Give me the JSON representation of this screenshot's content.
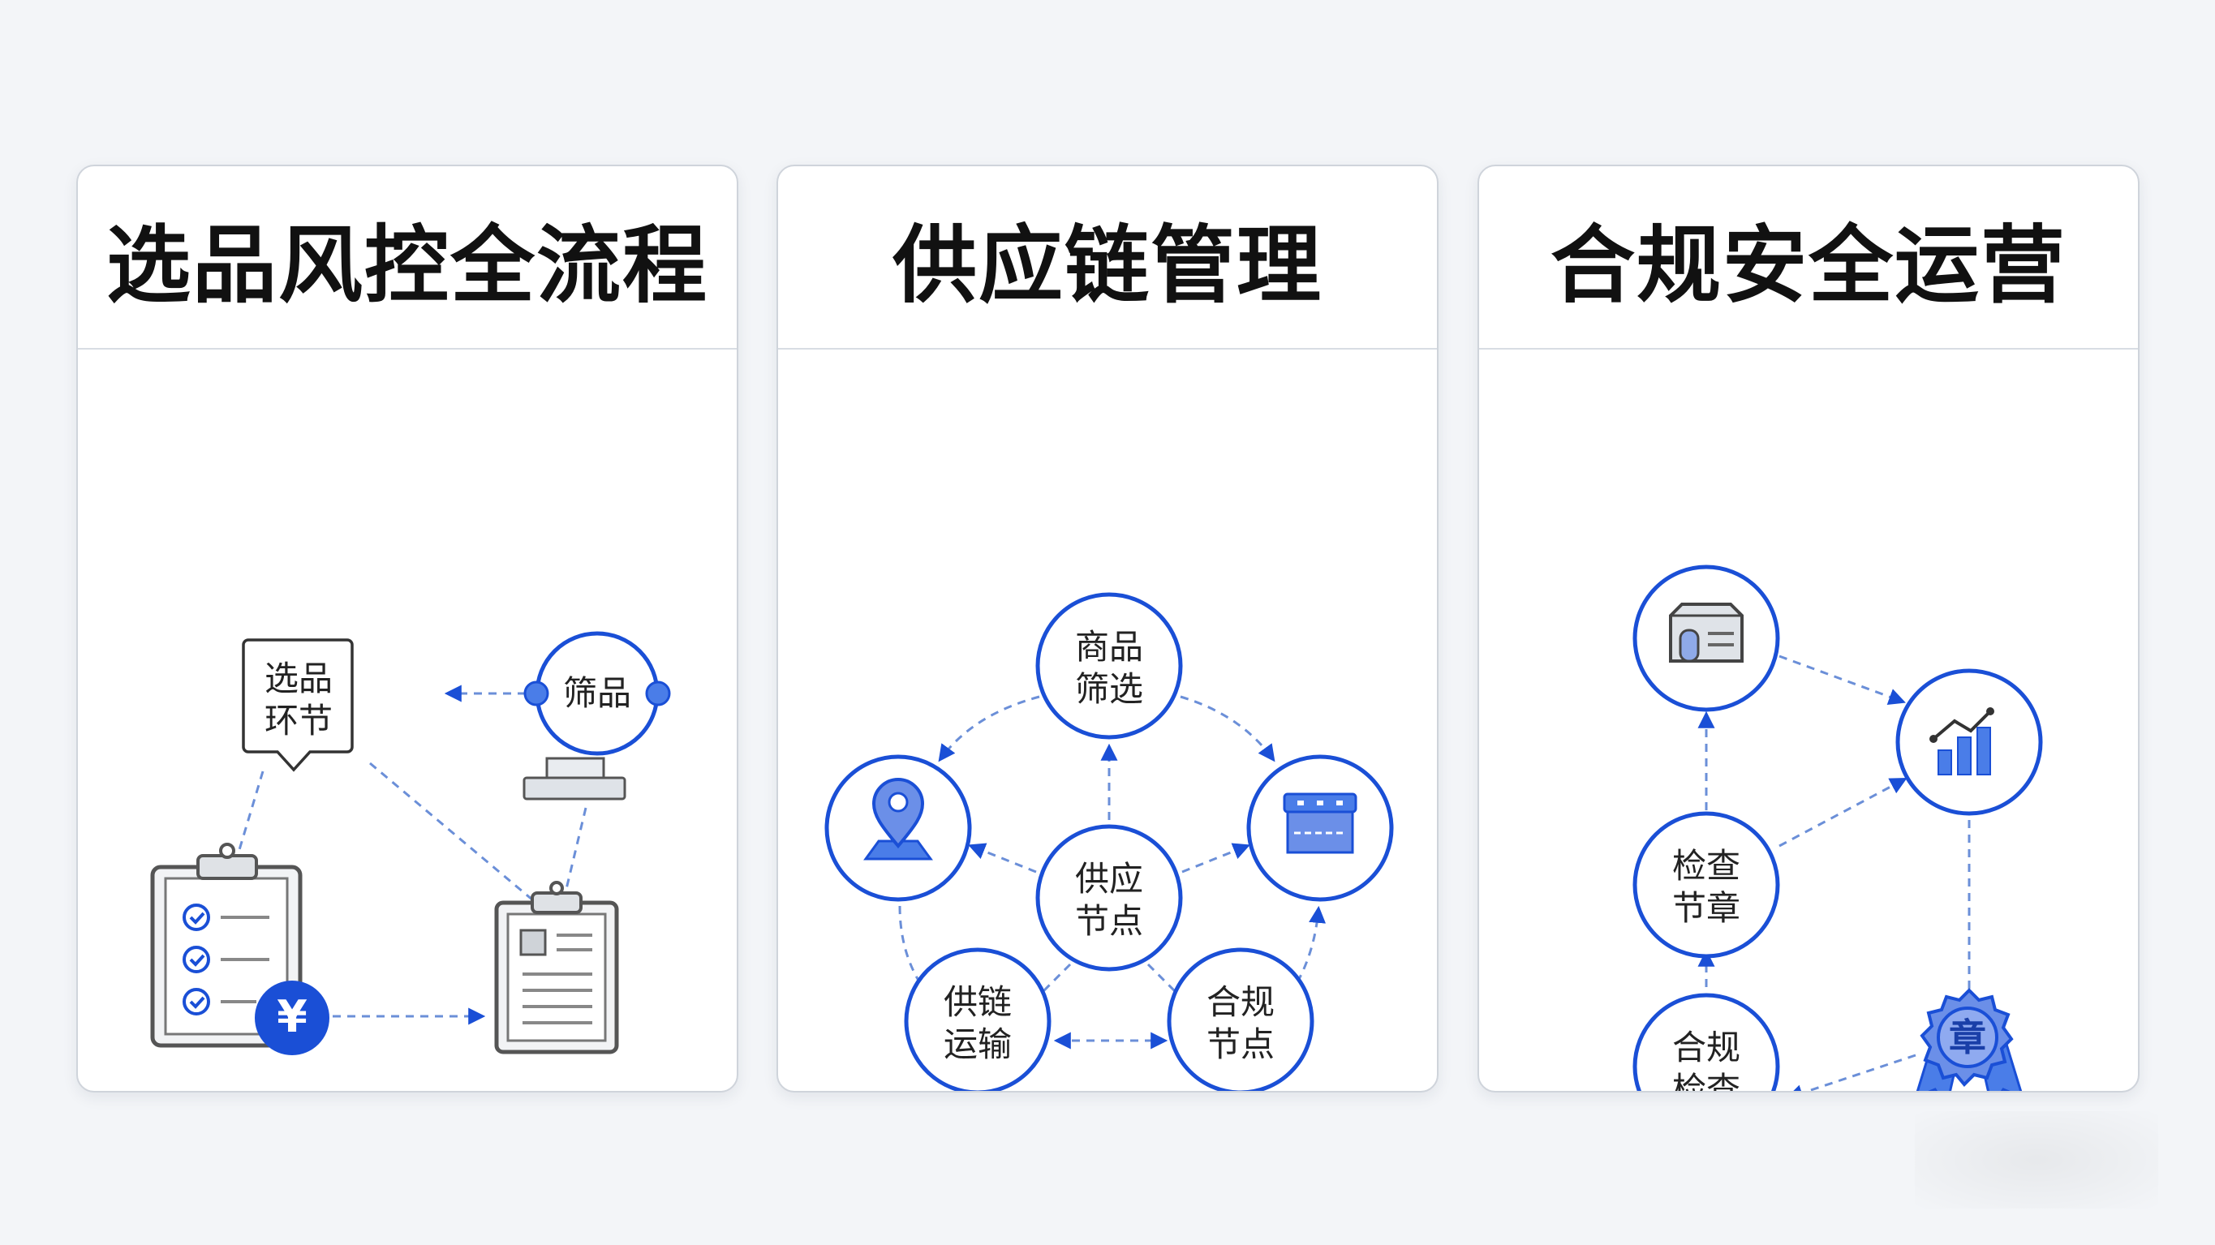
{
  "panels": [
    {
      "title": "选品风控全流程",
      "nodes": {
        "selection_step": [
          "选品",
          "环节"
        ],
        "screening": "筛品"
      }
    },
    {
      "title": "供应链管理",
      "nodes": {
        "product_screening": [
          "商品",
          "筛选"
        ],
        "supply_node": [
          "供应",
          "节点"
        ],
        "supply_transport": [
          "供链",
          "运输"
        ],
        "compliance_node": [
          "合规",
          "节点"
        ]
      }
    },
    {
      "title": "合规安全运营",
      "nodes": {
        "inspection_seal": [
          "检查",
          "节章"
        ],
        "compliance_check": [
          "合规",
          "检查"
        ],
        "badge_label": "章"
      }
    }
  ],
  "colors": {
    "accent": "#1a4fd6",
    "accent_light": "#4a7de8",
    "line": "#6b8fd8",
    "panel_border": "#cfd4db",
    "background": "#f3f5f8"
  },
  "icons": {
    "currency_symbol": "¥"
  }
}
